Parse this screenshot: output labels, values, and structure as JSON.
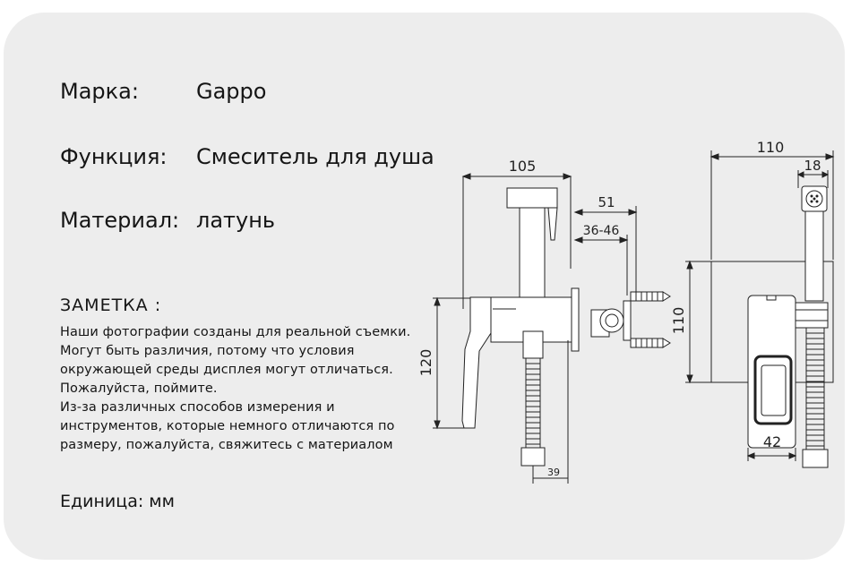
{
  "specs": [
    {
      "label": "Марка:",
      "value": "Gappo"
    },
    {
      "label": "Функция:",
      "value": "Смеситель для душа"
    },
    {
      "label": "Материал:",
      "value": "латунь"
    }
  ],
  "note": {
    "title": "ЗАМЕТКА :",
    "lines": [
      "Наши фотографии созданы для реальной съемки.",
      "Могут быть различия, потому что условия",
      "окружающей среды дисплея могут отличаться.",
      "Пожалуйста, поймите.",
      "Из-за различных способов измерения и",
      "инструментов, которые немного отличаются по",
      "размеру, пожалуйста, свяжитесь с материалом"
    ]
  },
  "unit": "Единица: мм",
  "dimensions": {
    "side_view": {
      "width_total": "105",
      "outlet_depth": "51",
      "wall_range": "36-46",
      "height": "120",
      "hose_offset": "39"
    },
    "front_view": {
      "width_total": "110",
      "sprayer_width": "18",
      "height": "110",
      "body_width": "42"
    }
  }
}
